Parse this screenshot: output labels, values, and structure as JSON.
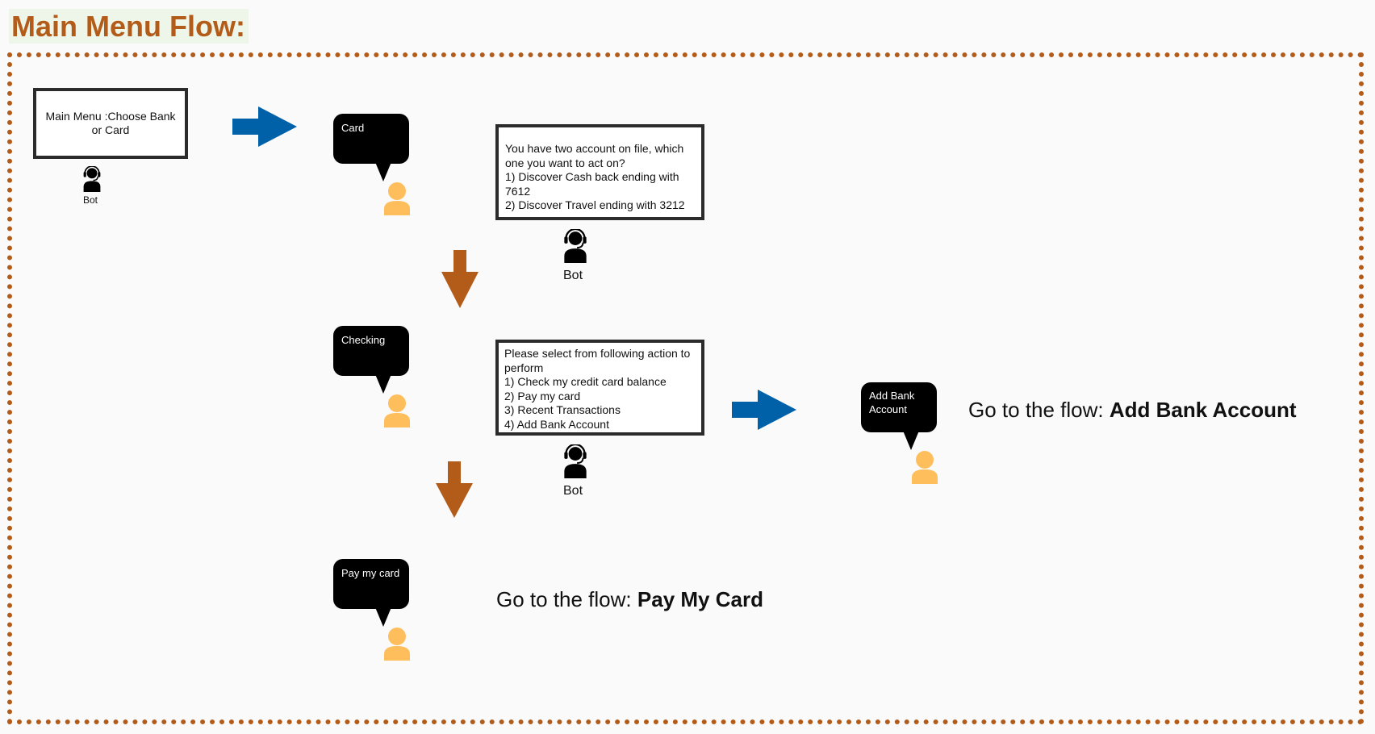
{
  "title": "Main Menu Flow:",
  "bot_label": "Bot",
  "main_menu_box": {
    "text": "Main Menu :Choose Bank or Card"
  },
  "bubbles": {
    "card": "Card",
    "checking": "Checking",
    "pay_my_card": "Pay my card",
    "add_bank_account": "Add Bank Account"
  },
  "account_box": {
    "lines": [
      "You have two account on file, which",
      "one you want to act on?",
      "1) Discover Cash back ending with 7612",
      "2) Discover Travel ending with 3212"
    ]
  },
  "action_box": {
    "lines": [
      "Please select from following action to",
      "perform",
      "1) Check my credit card balance",
      "2) Pay my card",
      "3) Recent Transactions",
      "4) Add Bank Account"
    ]
  },
  "flows": {
    "prefix": "Go to the flow:",
    "add_bank_account": "Add Bank Account",
    "pay_my_card": "Pay My Card"
  },
  "colors": {
    "title": "#b35c1a",
    "border_dots": "#b35c1a",
    "blue_arrow": "#0061a8",
    "orange_arrow": "#b35c1a",
    "user_icon": "#ffbe5c",
    "bubble": "#000000"
  },
  "icons": [
    "headset-bot-icon",
    "user-icon",
    "right-arrow-icon",
    "down-arrow-icon"
  ]
}
